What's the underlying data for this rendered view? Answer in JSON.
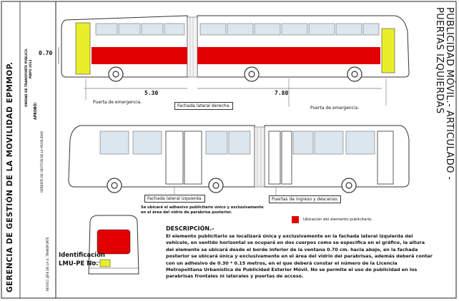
{
  "left_panel": {
    "org_title": "GERENCIA DE GESTIÓN DE LA MOVILIDAD EPMMOP.",
    "unit_line1": "UNIDAD DE TRANSPORTE PÚBLICO.",
    "unit_line2": "MAYO 2013",
    "approval_label": "APROBÓ:",
    "signature_lines": [
      "GERENTE DE GESTIÓN DE LA MOVILIDAD",
      "REVISÓ: JEFE DE LA U. TRANSPORTE"
    ]
  },
  "side_title": {
    "line1": "PUBLICIDAD MÓVIL.- ARTICULADO -",
    "line2": "PUERTAS IZQUIERDAS"
  },
  "top_view": {
    "height_dim": "0.70",
    "front_length_dim": "5.30",
    "rear_length_dim": "7.80",
    "label_rear_doors": "Puerta de emergencia.",
    "label_lateral": "Fachada lateral derecha.",
    "label_emergency": "Puerta de emergencia."
  },
  "bottom_view": {
    "label_lateral": "Fachada lateral izquierda.",
    "label_doors": "Puertas de ingreso y descenso."
  },
  "rear_note": "Se ubicará el adhesivo publicitario único y exclusivamente en el área del vidrio de parabrisa posterior.",
  "legend_label": "Ubicación del elemento publicitario.",
  "identification": {
    "line1": "Identificación",
    "line2": "LMU-PE No."
  },
  "description": {
    "title": "DESCRIPCIÓN.-",
    "body": "El elemento publicitario se localizará única y exclusivamente en la fachada lateral izquierda del vehículo, en sentido horizontal se ocupará en dos cuerpos como se especifica en el gráfico, la altura del elemento se ubicará desde el borde inferior de la ventana 0.70 cm. hacia abajo, en la fachada posterior se ubicará única y exclusivamente en el área del vidrio del parabrisas, además deberá contar con un adhesivo de 0.30 * 0.15 metros, en el que deberá constar el número de la Licencia Metropolitana Urbanística de Publicidad Exterior Móvil. No se permite el uso de publicidad en los parabrisas frontales ni laterales y puertas de acceso."
  },
  "colors": {
    "ad_red": "#e00000",
    "door_yellow": "#e8ee2a",
    "line": "#333333"
  }
}
